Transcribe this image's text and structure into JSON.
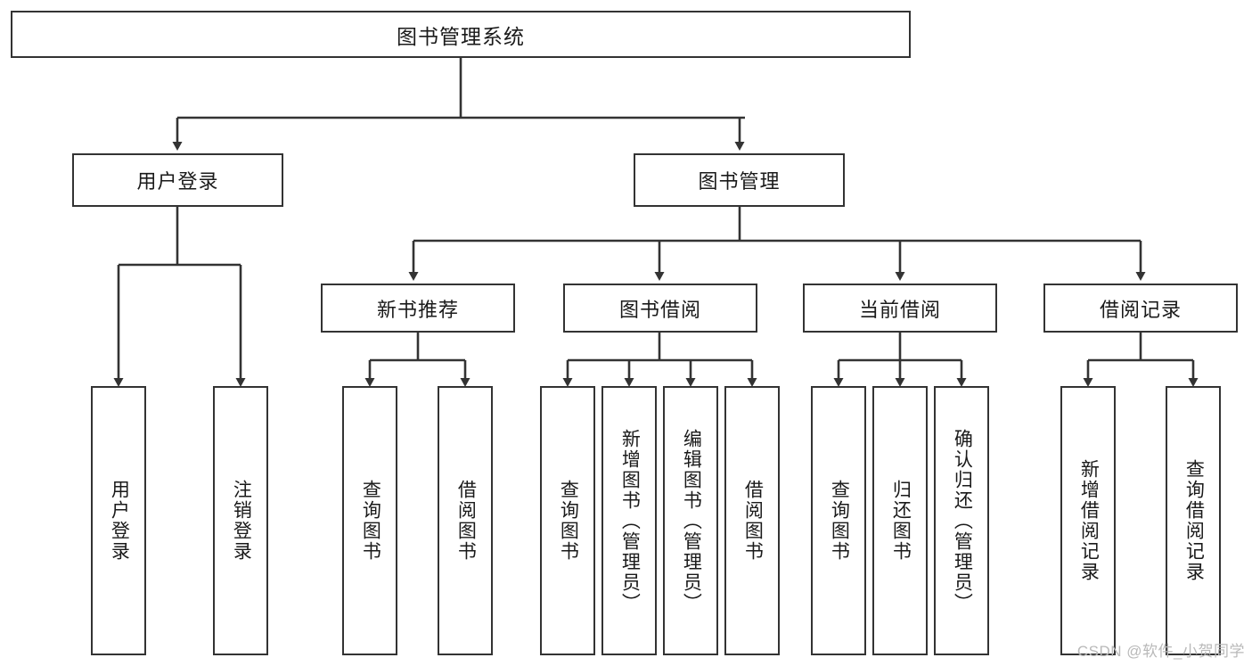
{
  "diagram": {
    "title": "图书管理系统",
    "background_color": "#ffffff",
    "line_color": "#333333",
    "text_color": "#1a1a1a",
    "watermark": "CSDN @软件_小贺同学",
    "nodes": {
      "root": {
        "label": "图书管理系统"
      },
      "level2": [
        {
          "id": "user-login",
          "label": "用户登录"
        },
        {
          "id": "book-manage",
          "label": "图书管理"
        }
      ],
      "level3": [
        {
          "id": "new-book-recommend",
          "label": "新书推荐"
        },
        {
          "id": "book-borrow",
          "label": "图书借阅"
        },
        {
          "id": "current-borrow",
          "label": "当前借阅"
        },
        {
          "id": "borrow-record",
          "label": "借阅记录"
        }
      ],
      "leaves": [
        {
          "id": "leaf-user-login",
          "label": "用户登录"
        },
        {
          "id": "leaf-user-logout",
          "label": "注销登录"
        },
        {
          "id": "leaf-query-book-1",
          "label": "查询图书"
        },
        {
          "id": "leaf-borrow-book-1",
          "label": "借阅图书"
        },
        {
          "id": "leaf-query-book-2",
          "label": "查询图书"
        },
        {
          "id": "leaf-add-book",
          "label": "新增图书（管理员）"
        },
        {
          "id": "leaf-edit-book",
          "label": "编辑图书（管理员）"
        },
        {
          "id": "leaf-borrow-book-2",
          "label": "借阅图书"
        },
        {
          "id": "leaf-query-book-3",
          "label": "查询图书"
        },
        {
          "id": "leaf-return-book",
          "label": "归还图书"
        },
        {
          "id": "leaf-confirm-return",
          "label": "确认归还（管理员）"
        },
        {
          "id": "leaf-add-record",
          "label": "新增借阅记录"
        },
        {
          "id": "leaf-query-record",
          "label": "查询借阅记录"
        }
      ]
    }
  }
}
